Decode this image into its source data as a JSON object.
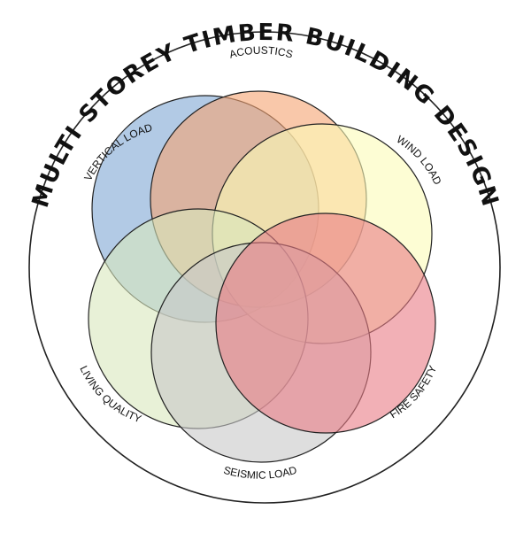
{
  "title": "MULTI STOREY TIMBER BUILDING DESIGN",
  "labels": {
    "acoustics": "ACOUSTICS",
    "wind_load": "WIND LOAD",
    "fire_safety": "FIRE SAFETY",
    "seismic_load": "SEISMIC LOAD",
    "living_quality": "LIVING QUALITY",
    "vertical_load": "VERTICAL LOAD"
  },
  "colors": {
    "acoustics": "#f5a372",
    "wind_load": "#fbfbb8",
    "fire_safety": "#ea7c86",
    "seismic_load": "#c8c8c8",
    "living_quality": "#d9e8bd",
    "vertical_load": "#7ea7d3",
    "outline": "#222222"
  }
}
